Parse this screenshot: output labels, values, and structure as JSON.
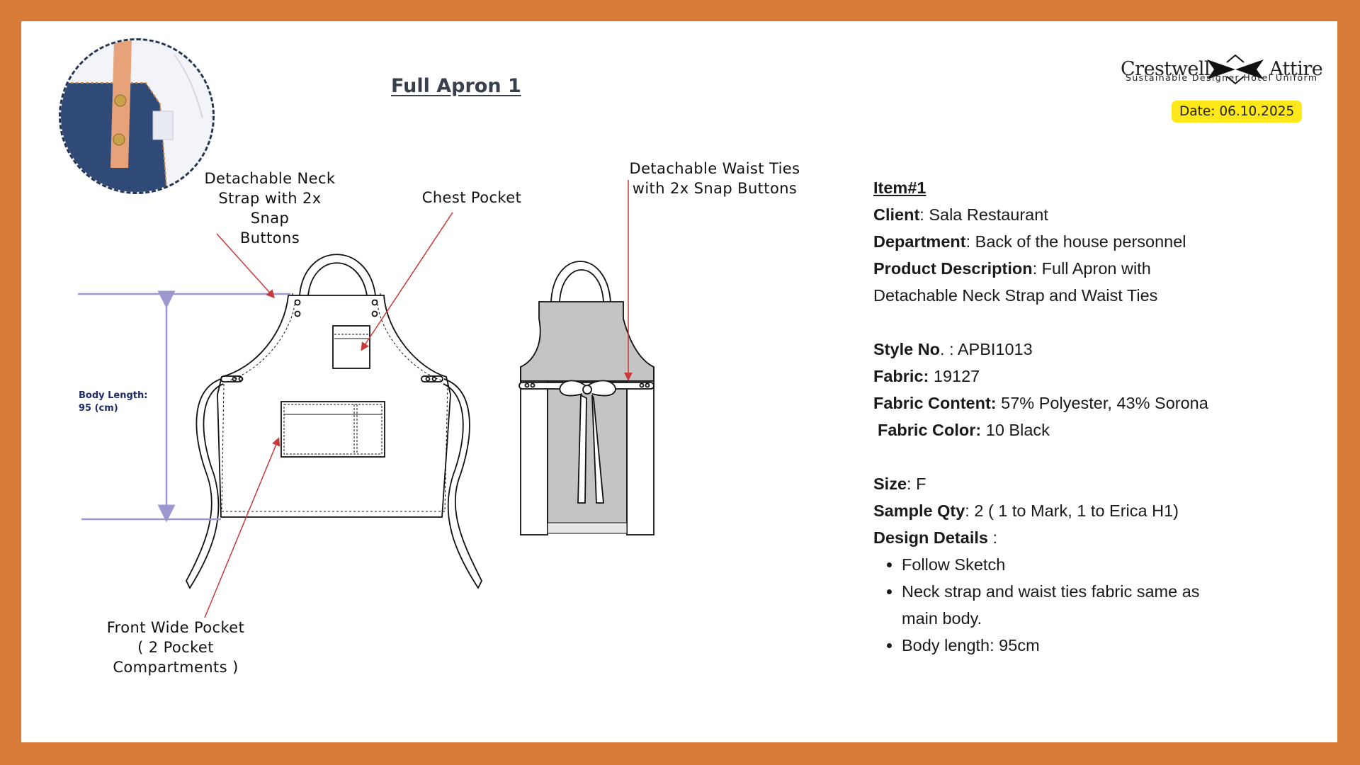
{
  "title": "Full Apron 1",
  "brand": {
    "left": "Crestwell",
    "right": "Attire",
    "tagline": "Sustainable Designer Hotel Uniform"
  },
  "date": "Date: 06.10.2025",
  "callouts": {
    "neck_strap": [
      "Detachable Neck",
      "Strap with 2x Snap",
      "Buttons"
    ],
    "chest_pocket": "Chest Pocket",
    "waist_ties": [
      "Detachable Waist Ties",
      "with 2x Snap Buttons"
    ],
    "front_pocket": [
      "Front Wide Pocket",
      "( 2 Pocket",
      "Compartments )"
    ],
    "body_length": [
      "Body Length:",
      "95 (cm)"
    ]
  },
  "specs": {
    "item": "Item#1",
    "client_label": "Client",
    "client_value": ": Sala Restaurant",
    "department_label": "Department",
    "department_value": ":  Back of the house personnel",
    "product_label": "Product Description",
    "product_value": ": Full Apron with Detachable Neck Strap and Waist Ties",
    "style_label": "Style No",
    "style_value": ". : APBI1013",
    "fabric_label": "Fabric:",
    "fabric_value": " 19127",
    "content_label": "Fabric Content:",
    "content_value": " 57% Polyester, 43% Sorona",
    "color_label": "Fabric Color:",
    "color_value": "  10 Black",
    "size_label": "Size",
    "size_value": ": F",
    "qty_label": "Sample Qty",
    "qty_value": ": 2 ( 1 to Mark, 1 to Erica H1)",
    "design_label": "Design Details",
    "design_value": " :",
    "design_details": [
      "Follow Sketch",
      "Neck strap and waist ties fabric same as main body.",
      "Body length: 95cm"
    ]
  },
  "colors": {
    "frame": "#d87a38",
    "date_badge": "#ffe81a",
    "arrow": "#c9383a",
    "measure": "#9d97cf",
    "back_panel": "#c4c4c4",
    "denim": "#2f4a77",
    "leather": "#e7a27a"
  }
}
